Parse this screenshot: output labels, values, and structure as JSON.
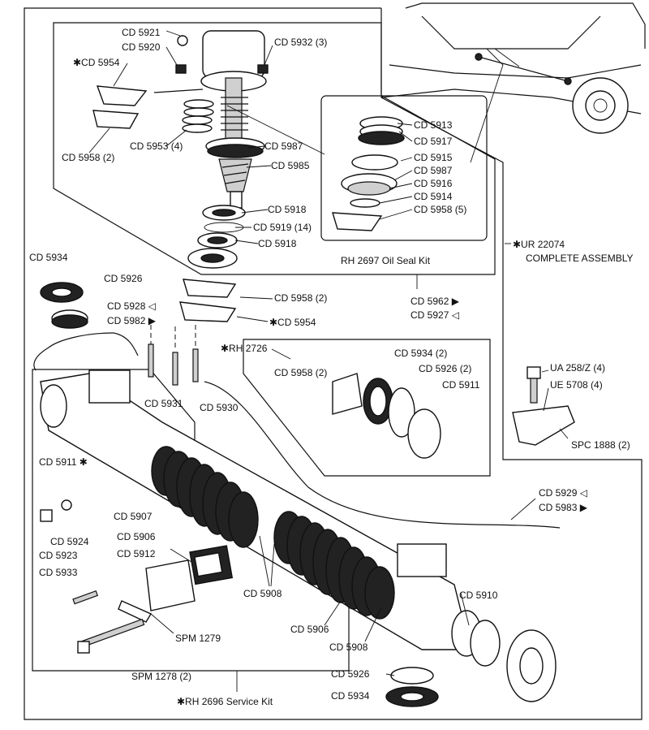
{
  "labels": {
    "cd5921": "CD 5921",
    "cd5920": "CD 5920",
    "cd5932": "CD 5932 (3)",
    "cd5954_top": "✱CD 5954",
    "cd5958_top": "CD 5958 (2)",
    "cd5953": "CD 5953 (4)",
    "cd5987_shaft": "CD 5987",
    "cd5985": "CD 5985",
    "cd5918_a": "CD 5918",
    "cd5919": "CD 5919 (14)",
    "cd5918_b": "CD 5918",
    "kit_cd5913": "CD 5913",
    "kit_cd5917": "CD 5917",
    "kit_cd5915": "CD 5915",
    "kit_cd5987": "CD 5987",
    "kit_cd5916": "CD 5916",
    "kit_cd5914": "CD 5914",
    "kit_cd5958": "CD 5958 (5)",
    "oil_seal_kit": "RH 2697 Oil Seal Kit",
    "complete_assembly_1": "✱UR 22074",
    "complete_assembly_2": "COMPLETE ASSEMBLY",
    "cd5934_left": "CD 5934",
    "cd5926_left": "CD 5926",
    "cd5928": "CD 5928 ◁",
    "cd5982": "CD 5982 ▶",
    "cd5958_mid": "CD 5958 (2)",
    "cd5954_mid": "✱CD 5954",
    "cd5962": "CD 5962 ▶",
    "cd5927": "CD 5927 ◁",
    "rh2726": "✱RH 2726",
    "sub_cd5934": "CD 5934 (2)",
    "sub_cd5926": "CD 5926 (2)",
    "sub_cd5958": "CD 5958 (2)",
    "sub_cd5911": "CD 5911",
    "cd5931": "CD 5931",
    "cd5930": "CD 5930",
    "cd5911_star": "CD 5911 ✱",
    "ua258": "UA 258/Z (4)",
    "ue5708": "UE 5708 (4)",
    "spc1888": "SPC 1888 (2)",
    "cd5907": "CD 5907",
    "cd5906_a": "CD 5906",
    "cd5912": "CD 5912",
    "cd5924": "CD 5924",
    "cd5923": "CD 5923",
    "cd5933": "CD 5933",
    "cd5908_a": "CD 5908",
    "cd5929": "CD 5929 ◁",
    "cd5983": "CD 5983 ▶",
    "cd5910": "CD 5910",
    "cd5906_b": "CD 5906",
    "cd5908_b": "CD 5908",
    "spm1279": "SPM 1279",
    "spm1278": "SPM 1278 (2)",
    "cd5926_bottom": "CD 5926",
    "cd5934_bottom": "CD 5934",
    "service_kit": "✱RH 2696 Service Kit"
  }
}
